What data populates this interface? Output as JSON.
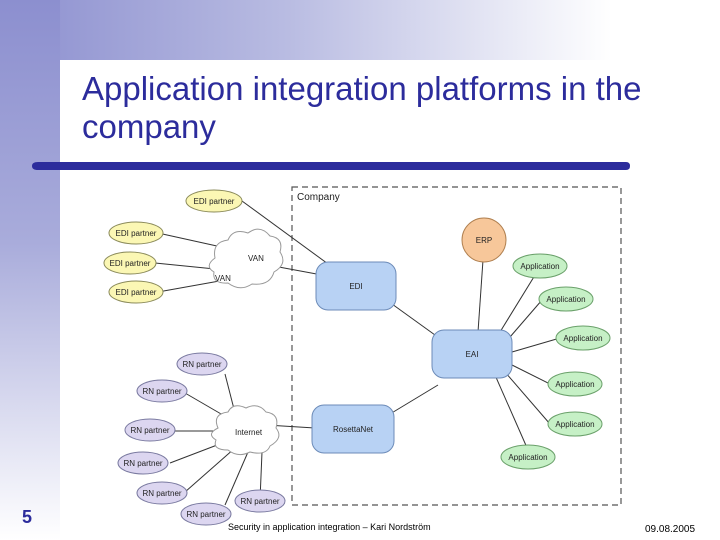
{
  "slide": {
    "title": "Application integration platforms in the company",
    "number": "5",
    "footer": "Security in application integration – Kari Nordström",
    "date": "09.08.2005"
  },
  "colors": {
    "title": "#2c2c9c",
    "blue_box": "#b8d2f4",
    "orange_node": "#f7c79a",
    "yellow_node": "#fbf7b4",
    "purple_node": "#dcd6f0",
    "cloud": "#ffffff"
  },
  "diagram": {
    "company_label": "Company",
    "edi_partners": [
      "EDI partner",
      "EDI partner",
      "EDI partner",
      "EDI partner"
    ],
    "van_labels": [
      "VAN",
      "VAN"
    ],
    "rn_partners": [
      "RN partner",
      "RN partner",
      "RN partner",
      "RN partner",
      "RN partner",
      "RN partner",
      "RN partner"
    ],
    "internet": "Internet",
    "edi": "EDI",
    "rosettanet": "RosettaNet",
    "eai": "EAI",
    "erp": "ERP",
    "applications": [
      "Application",
      "Application",
      "Application",
      "Application",
      "Application",
      "Application"
    ]
  }
}
